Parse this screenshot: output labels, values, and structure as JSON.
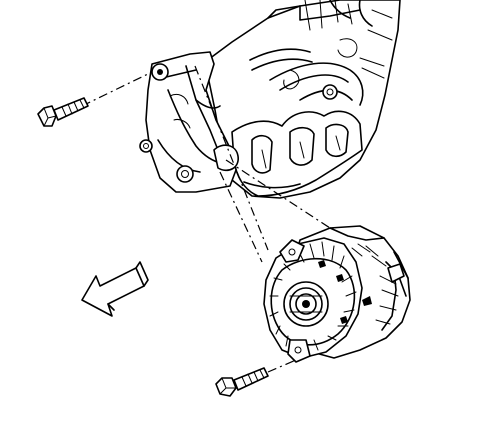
{
  "diagram": {
    "parts": [
      {
        "name": "engine-block",
        "icon": "engine-block-icon"
      },
      {
        "name": "alternator-mounting-bracket",
        "icon": "bracket-icon"
      },
      {
        "name": "exhaust-manifold",
        "icon": "manifold-icon"
      },
      {
        "name": "upper-bolt",
        "icon": "bolt-icon"
      },
      {
        "name": "lower-bolt",
        "icon": "bolt-icon"
      },
      {
        "name": "alternator",
        "icon": "alternator-icon"
      },
      {
        "name": "direction-arrow",
        "icon": "arrow-icon"
      }
    ],
    "colors": {
      "line": "#000000",
      "fill": "#ffffff"
    }
  }
}
